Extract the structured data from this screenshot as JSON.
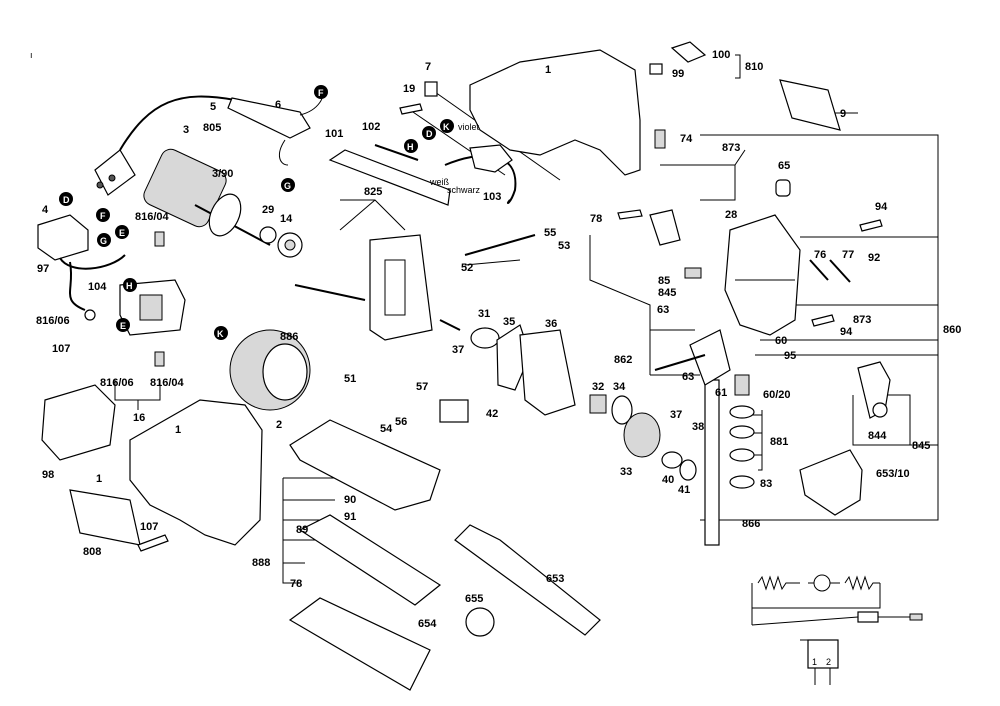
{
  "labels": {
    "p1": "1",
    "p1b": "1",
    "p1c": "1",
    "p2": "2",
    "p3": "3",
    "p3_90": "3/90",
    "p4": "4",
    "p5": "5",
    "p805": "805",
    "p6": "6",
    "p7": "7",
    "p9": "9",
    "p14": "14",
    "p16": "16",
    "p19": "19",
    "p28": "28",
    "p29": "29",
    "p31": "31",
    "p32": "32",
    "p33": "33",
    "p34": "34",
    "p35": "35",
    "p36": "36",
    "p37": "37",
    "p37b": "37",
    "p38": "38",
    "p40": "40",
    "p41": "41",
    "p42": "42",
    "p51": "51",
    "p52": "52",
    "p53": "53",
    "p54": "54",
    "p55": "55",
    "p56": "56",
    "p57": "57",
    "p60": "60",
    "p60_20": "60/20",
    "p61": "61",
    "p63": "63",
    "p63b": "63",
    "p65": "65",
    "p74": "74",
    "p76": "76",
    "p77": "77",
    "p78": "78",
    "p78b": "78",
    "p83": "83",
    "p85": "85",
    "p89": "89",
    "p90": "90",
    "p91": "91",
    "p92": "92",
    "p94": "94",
    "p94b": "94",
    "p95": "95",
    "p97": "97",
    "p98": "98",
    "p99": "99",
    "p100": "100",
    "p101": "101",
    "p102": "102",
    "p103": "103",
    "p104": "104",
    "p107": "107",
    "p107b": "107",
    "p653": "653",
    "p653_10": "653/10",
    "p654": "654",
    "p655": "655",
    "p808": "808",
    "p810": "810",
    "p816_04": "816/04",
    "p816_04b": "816/04",
    "p816_06": "816/06",
    "p816_06b": "816/06",
    "p825": "825",
    "p844": "844",
    "p845": "845",
    "p845b": "845",
    "p860": "860",
    "p862": "862",
    "p866": "866",
    "p873": "873",
    "p873b": "873",
    "p881": "881",
    "p886": "886",
    "p888": "888"
  },
  "wire_labels": {
    "violet": "violet",
    "weiss": "weiß",
    "schwarz": "schwarz"
  },
  "markers": {
    "D1": "D",
    "D2": "D",
    "E1": "E",
    "E2": "E",
    "F1": "F",
    "F2": "F",
    "G1": "G",
    "G2": "G",
    "H1": "H",
    "H2": "H",
    "K1": "K",
    "K2": "K"
  },
  "schematic": {
    "terminal_1": "1",
    "terminal_2": "2"
  },
  "corner_mark": "ı"
}
